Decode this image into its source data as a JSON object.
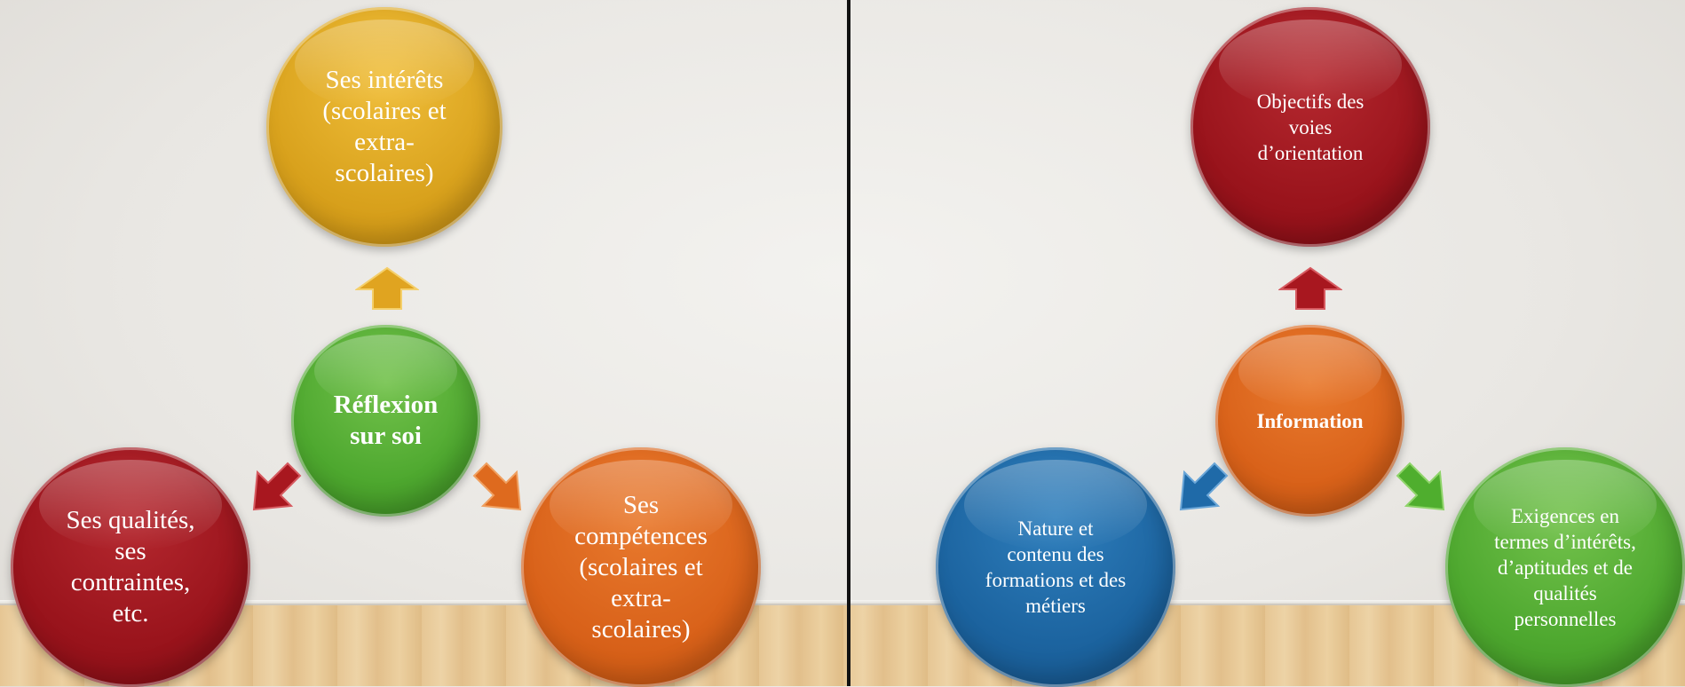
{
  "left_diagram": {
    "center": "Réflexion\nsur soi",
    "top": "Ses intérêts\n(scolaires et\nextra-\nscolaires)",
    "bottom_left": "Ses qualités,\nses\ncontraintes,\netc.",
    "bottom_right": "Ses\ncompétences\n(scolaires et\nextra-\nscolaires)"
  },
  "right_diagram": {
    "center": "Information",
    "top": "Objectifs des\nvoies\nd’orientation",
    "bottom_left": "Nature et\ncontenu des\nformations et des\nmétiers",
    "bottom_right": "Exigences en\ntermes d’intérêts,\nd’aptitudes et de\nqualités\npersonnelles"
  },
  "colors": {
    "yellow": "#d9a21d",
    "green": "#4ea82f",
    "red": "#9a141c",
    "orange": "#d9621a",
    "blue": "#1c64a0"
  }
}
